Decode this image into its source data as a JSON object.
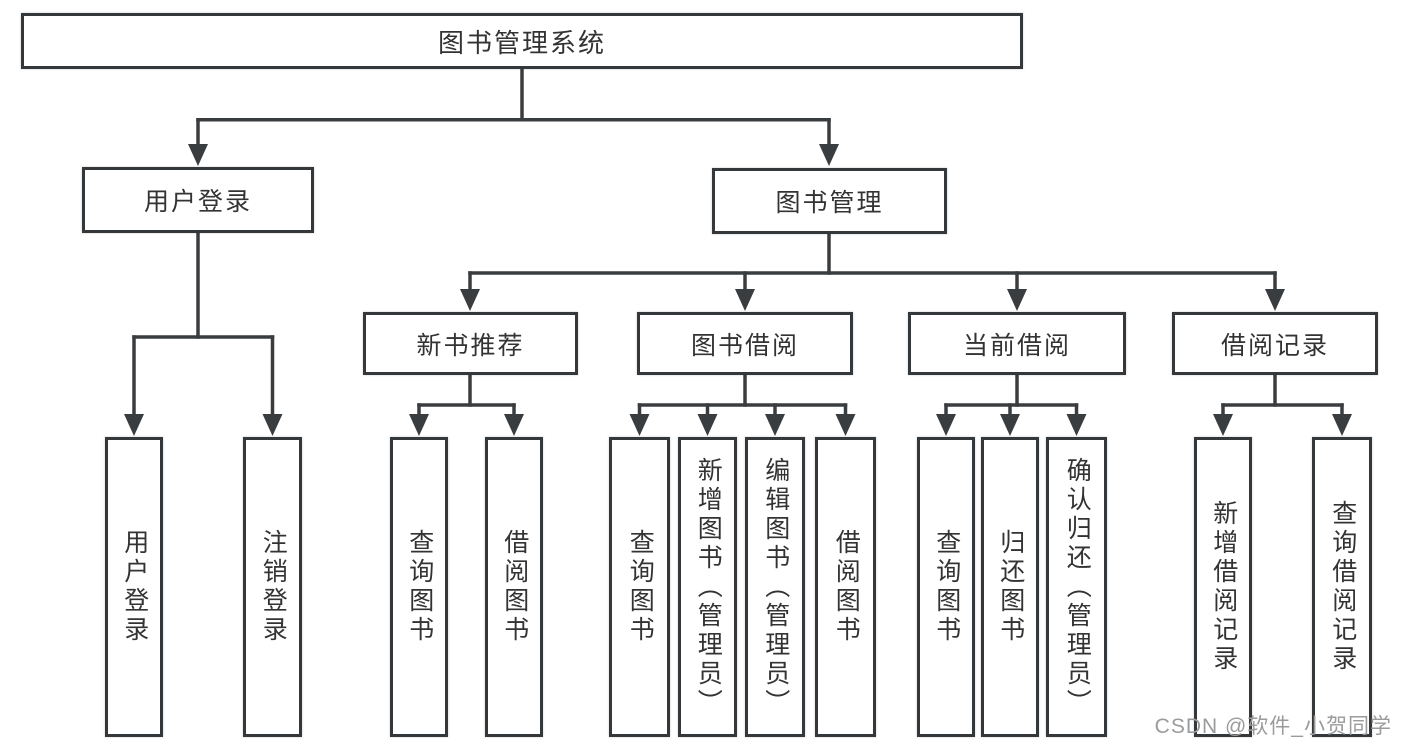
{
  "diagram": {
    "root": {
      "label": "图书管理系统"
    },
    "branches": [
      {
        "label": "用户登录",
        "children": [
          {
            "label": "用户登录"
          },
          {
            "label": "注销登录"
          }
        ]
      },
      {
        "label": "图书管理",
        "children": [
          {
            "label": "新书推荐",
            "children": [
              {
                "label": "查询图书"
              },
              {
                "label": "借阅图书"
              }
            ]
          },
          {
            "label": "图书借阅",
            "children": [
              {
                "label": "查询图书"
              },
              {
                "label": "新增图书（管理员）"
              },
              {
                "label": "编辑图书（管理员）"
              },
              {
                "label": "借阅图书"
              }
            ]
          },
          {
            "label": "当前借阅",
            "children": [
              {
                "label": "查询图书"
              },
              {
                "label": "归还图书"
              },
              {
                "label": "确认归还（管理员）"
              }
            ]
          },
          {
            "label": "借阅记录",
            "children": [
              {
                "label": "新增借阅记录"
              },
              {
                "label": "查询借阅记录"
              }
            ]
          }
        ]
      }
    ]
  },
  "watermark": {
    "text": "CSDN @软件_小贺同学"
  },
  "colors": {
    "line": "#3a3d40",
    "border": "#35383b",
    "text": "#333333",
    "watermark": "#9b9b9b",
    "background": "#ffffff"
  }
}
